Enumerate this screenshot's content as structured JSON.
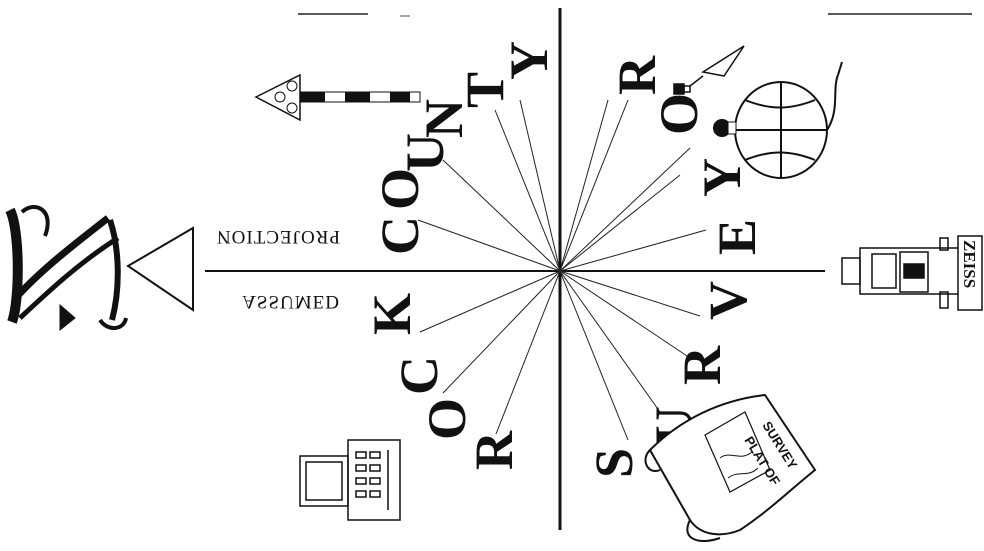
{
  "colors": {
    "ink": "#111111",
    "paper": "#ffffff"
  },
  "letters_left": [
    "R",
    "O",
    "C",
    "K"
  ],
  "letters_left_top": [
    "C",
    "O",
    "U",
    "N",
    "T",
    "Y"
  ],
  "letters_right": [
    "S",
    "U",
    "R",
    "V",
    "E",
    "Y",
    "O",
    "R"
  ],
  "projection": {
    "assumed": "ASSUMED",
    "projection": "PROJECTION"
  },
  "plat": {
    "line1": "PLAT OF",
    "line2": "SURVEY"
  },
  "zeiss": "ZEISS",
  "icons": [
    "north-arrow-icon",
    "range-pole-icon",
    "computer-icon",
    "plat-scroll-icon",
    "theodolite-icon",
    "plumb-bob-icon",
    "globe-icon"
  ]
}
